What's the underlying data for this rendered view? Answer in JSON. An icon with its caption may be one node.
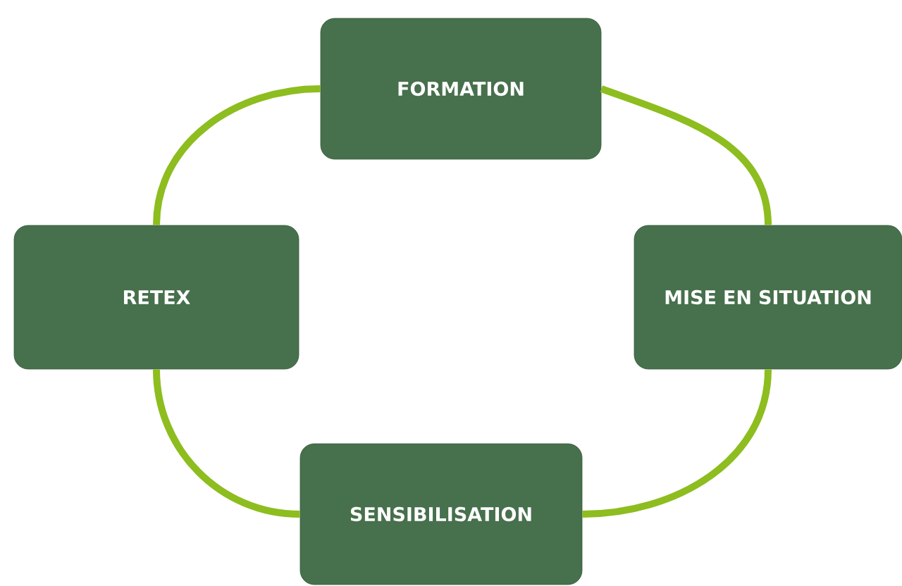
{
  "diagram": {
    "nodes": [
      {
        "text": [
          "FORMATION"
        ]
      },
      {
        "text": [
          "RETEX"
        ]
      },
      {
        "text": [
          "MISE EN SITUATION"
        ]
      },
      {
        "text": [
          "SENSIBILISATION"
        ]
      }
    ],
    "edges": [
      {
        "from": 0,
        "to": 2,
        "arrow": "none"
      },
      {
        "from": 2,
        "to": 3,
        "arrow": "none"
      },
      {
        "from": 3,
        "to": 1,
        "arrow": "none"
      },
      {
        "from": 1,
        "to": 0,
        "arrow": "none"
      }
    ]
  }
}
